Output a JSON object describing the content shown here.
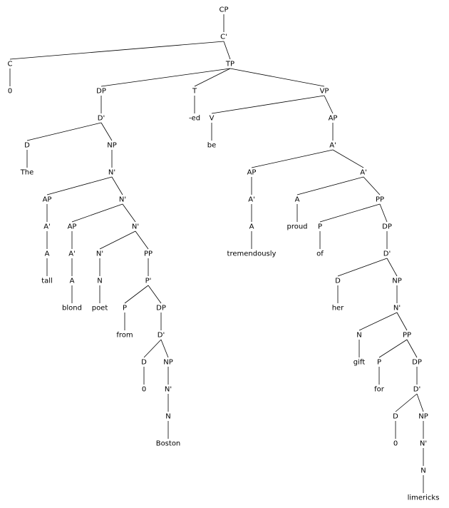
{
  "tree": {
    "nodes": [
      {
        "id": "cp",
        "label": "CP"
      },
      {
        "id": "cbar",
        "label": "C'"
      },
      {
        "id": "c",
        "label": "C"
      },
      {
        "id": "c0",
        "label": "0"
      },
      {
        "id": "tp",
        "label": "TP"
      },
      {
        "id": "dp1",
        "label": "DP"
      },
      {
        "id": "dbar1",
        "label": "D'"
      },
      {
        "id": "d1",
        "label": "D"
      },
      {
        "id": "the",
        "label": "The"
      },
      {
        "id": "np1",
        "label": "NP"
      },
      {
        "id": "nbar1",
        "label": "N'"
      },
      {
        "id": "ap_tall",
        "label": "AP"
      },
      {
        "id": "abar_tall",
        "label": "A'"
      },
      {
        "id": "a_tall",
        "label": "A"
      },
      {
        "id": "tall",
        "label": "tall"
      },
      {
        "id": "nbar2",
        "label": "N'"
      },
      {
        "id": "ap_blond",
        "label": "AP"
      },
      {
        "id": "abar_blond",
        "label": "A'"
      },
      {
        "id": "a_blond",
        "label": "A"
      },
      {
        "id": "blond",
        "label": "blond"
      },
      {
        "id": "nbar3",
        "label": "N'"
      },
      {
        "id": "nbar4",
        "label": "N'"
      },
      {
        "id": "n_poet",
        "label": "N"
      },
      {
        "id": "poet",
        "label": "poet"
      },
      {
        "id": "pp1",
        "label": "PP"
      },
      {
        "id": "pbar1",
        "label": "P'"
      },
      {
        "id": "p_from",
        "label": "P"
      },
      {
        "id": "from",
        "label": "from"
      },
      {
        "id": "dp2",
        "label": "DP"
      },
      {
        "id": "dbar2",
        "label": "D'"
      },
      {
        "id": "d2",
        "label": "D"
      },
      {
        "id": "d2_0",
        "label": "0"
      },
      {
        "id": "np2",
        "label": "NP"
      },
      {
        "id": "nbar5",
        "label": "N'"
      },
      {
        "id": "n_boston",
        "label": "N"
      },
      {
        "id": "boston",
        "label": "Boston"
      },
      {
        "id": "t",
        "label": "T"
      },
      {
        "id": "ed",
        "label": "-ed"
      },
      {
        "id": "vp",
        "label": "VP"
      },
      {
        "id": "v",
        "label": "V"
      },
      {
        "id": "be",
        "label": "be"
      },
      {
        "id": "ap_main",
        "label": "AP"
      },
      {
        "id": "abar_main",
        "label": "A'"
      },
      {
        "id": "ap_trem",
        "label": "AP"
      },
      {
        "id": "abar_trem",
        "label": "A'"
      },
      {
        "id": "a_trem",
        "label": "A"
      },
      {
        "id": "tremendously",
        "label": "tremendously"
      },
      {
        "id": "abar_proud",
        "label": "A'"
      },
      {
        "id": "a_proud",
        "label": "A"
      },
      {
        "id": "proud",
        "label": "proud"
      },
      {
        "id": "pp2",
        "label": "PP"
      },
      {
        "id": "p_of",
        "label": "P"
      },
      {
        "id": "of",
        "label": "of"
      },
      {
        "id": "dp3",
        "label": "DP"
      },
      {
        "id": "dbar3",
        "label": "D'"
      },
      {
        "id": "d3",
        "label": "D"
      },
      {
        "id": "her",
        "label": "her"
      },
      {
        "id": "np3",
        "label": "NP"
      },
      {
        "id": "nbar6",
        "label": "N'"
      },
      {
        "id": "n_gift",
        "label": "N"
      },
      {
        "id": "gift",
        "label": "gift"
      },
      {
        "id": "pp3",
        "label": "PP"
      },
      {
        "id": "p_for",
        "label": "P"
      },
      {
        "id": "for",
        "label": "for"
      },
      {
        "id": "dp4",
        "label": "DP"
      },
      {
        "id": "dbar4",
        "label": "D'"
      },
      {
        "id": "d4",
        "label": "D"
      },
      {
        "id": "d4_0",
        "label": "0"
      },
      {
        "id": "np4",
        "label": "NP"
      },
      {
        "id": "nbar7",
        "label": "N'"
      },
      {
        "id": "n_lim",
        "label": "N"
      },
      {
        "id": "limericks",
        "label": "limericks"
      }
    ],
    "edges": [
      [
        "cp",
        "cbar"
      ],
      [
        "cbar",
        "c"
      ],
      [
        "cbar",
        "tp"
      ],
      [
        "c",
        "c0"
      ],
      [
        "tp",
        "dp1"
      ],
      [
        "tp",
        "t"
      ],
      [
        "tp",
        "vp"
      ],
      [
        "dp1",
        "dbar1"
      ],
      [
        "dbar1",
        "d1"
      ],
      [
        "dbar1",
        "np1"
      ],
      [
        "d1",
        "the"
      ],
      [
        "np1",
        "nbar1"
      ],
      [
        "nbar1",
        "ap_tall"
      ],
      [
        "nbar1",
        "nbar2"
      ],
      [
        "ap_tall",
        "abar_tall"
      ],
      [
        "abar_tall",
        "a_tall"
      ],
      [
        "a_tall",
        "tall"
      ],
      [
        "nbar2",
        "ap_blond"
      ],
      [
        "nbar2",
        "nbar3"
      ],
      [
        "ap_blond",
        "abar_blond"
      ],
      [
        "abar_blond",
        "a_blond"
      ],
      [
        "a_blond",
        "blond"
      ],
      [
        "nbar3",
        "nbar4"
      ],
      [
        "nbar3",
        "pp1"
      ],
      [
        "nbar4",
        "n_poet"
      ],
      [
        "n_poet",
        "poet"
      ],
      [
        "pp1",
        "pbar1"
      ],
      [
        "pbar1",
        "p_from"
      ],
      [
        "pbar1",
        "dp2"
      ],
      [
        "p_from",
        "from"
      ],
      [
        "dp2",
        "dbar2"
      ],
      [
        "dbar2",
        "d2"
      ],
      [
        "dbar2",
        "np2"
      ],
      [
        "d2",
        "d2_0"
      ],
      [
        "np2",
        "nbar5"
      ],
      [
        "nbar5",
        "n_boston"
      ],
      [
        "n_boston",
        "boston"
      ],
      [
        "t",
        "ed"
      ],
      [
        "vp",
        "v"
      ],
      [
        "vp",
        "ap_main"
      ],
      [
        "v",
        "be"
      ],
      [
        "ap_main",
        "abar_main"
      ],
      [
        "abar_main",
        "ap_trem"
      ],
      [
        "abar_main",
        "abar_proud"
      ],
      [
        "ap_trem",
        "abar_trem"
      ],
      [
        "abar_trem",
        "a_trem"
      ],
      [
        "a_trem",
        "tremendously"
      ],
      [
        "abar_proud",
        "a_proud"
      ],
      [
        "abar_proud",
        "pp2"
      ],
      [
        "a_proud",
        "proud"
      ],
      [
        "pp2",
        "p_of"
      ],
      [
        "pp2",
        "dp3"
      ],
      [
        "p_of",
        "of"
      ],
      [
        "dp3",
        "dbar3"
      ],
      [
        "dbar3",
        "d3"
      ],
      [
        "dbar3",
        "np3"
      ],
      [
        "d3",
        "her"
      ],
      [
        "np3",
        "nbar6"
      ],
      [
        "nbar6",
        "n_gift"
      ],
      [
        "nbar6",
        "pp3"
      ],
      [
        "n_gift",
        "gift"
      ],
      [
        "pp3",
        "p_for"
      ],
      [
        "pp3",
        "dp4"
      ],
      [
        "p_for",
        "for"
      ],
      [
        "dp4",
        "dbar4"
      ],
      [
        "dbar4",
        "d4"
      ],
      [
        "dbar4",
        "np4"
      ],
      [
        "d4",
        "d4_0"
      ],
      [
        "np4",
        "nbar7"
      ],
      [
        "nbar7",
        "n_lim"
      ],
      [
        "n_lim",
        "limericks"
      ]
    ]
  }
}
